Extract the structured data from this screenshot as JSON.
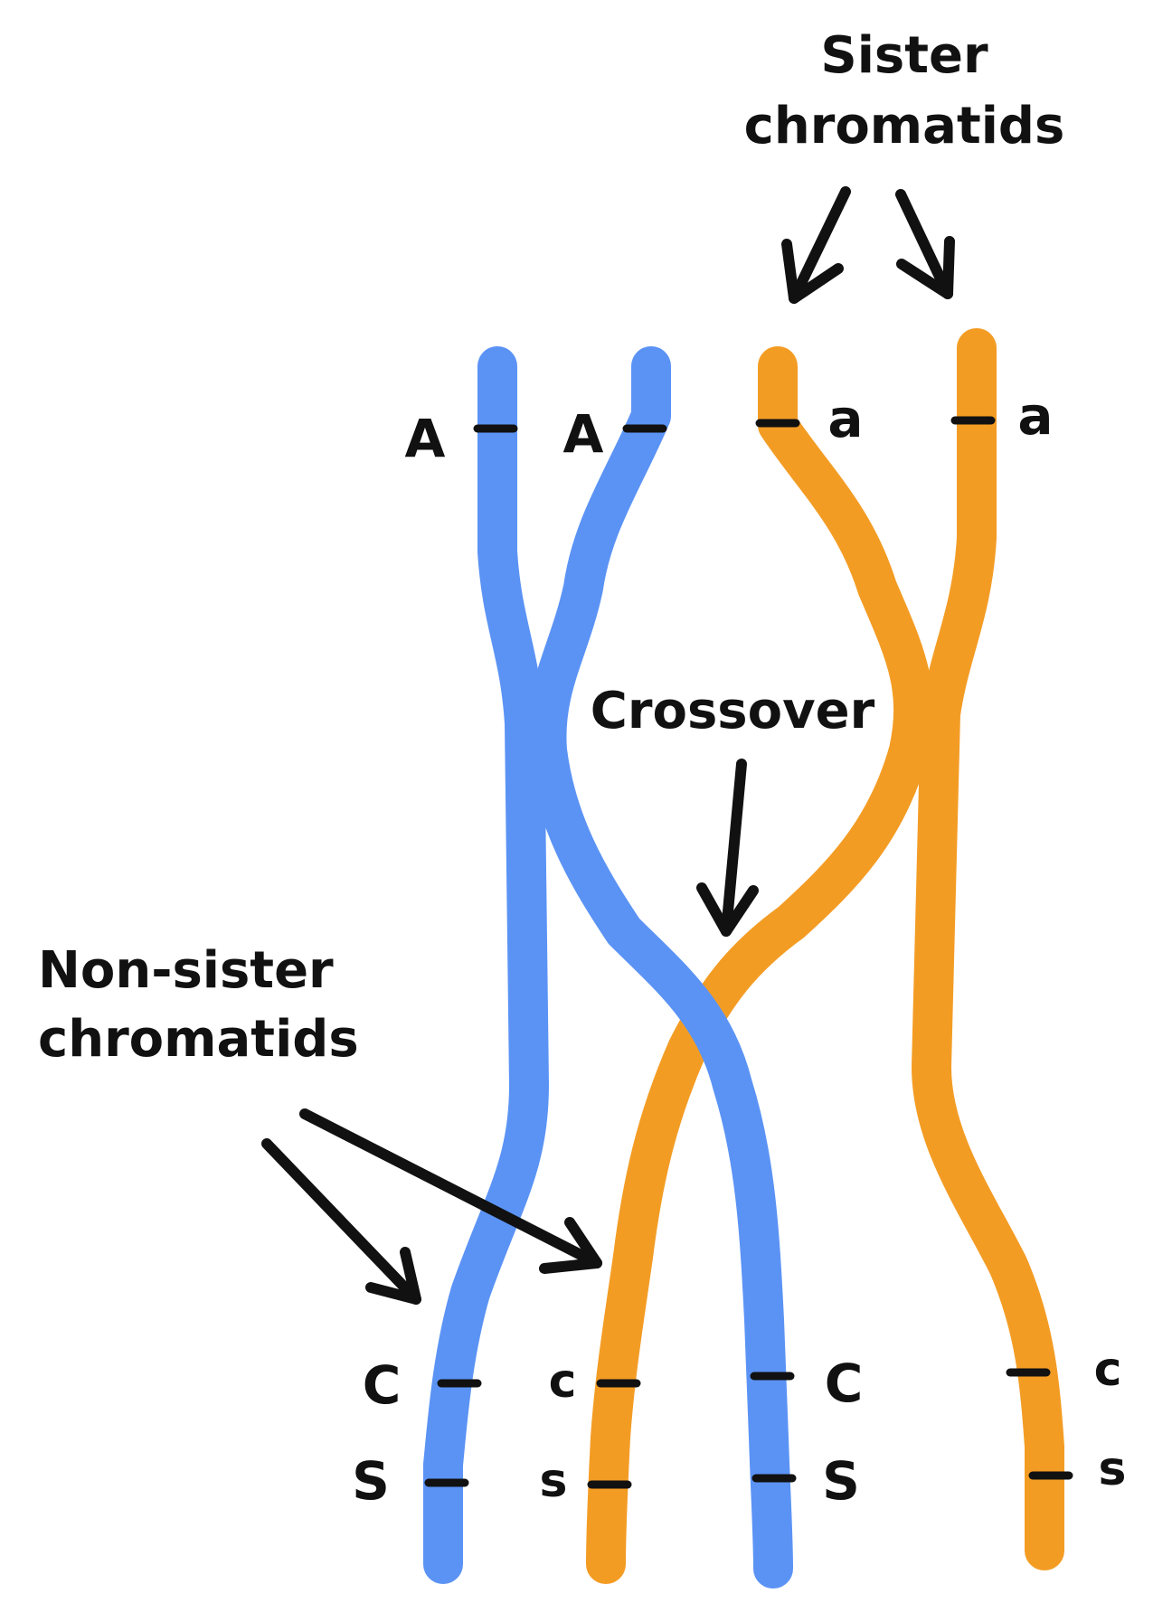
{
  "colors": {
    "maternal": "#5b93f5",
    "paternal": "#f39c24",
    "ink": "#111111",
    "background": "#ffffff"
  },
  "labels": {
    "sister_line1": "Sister",
    "sister_line2": "chromatids",
    "crossover": "Crossover",
    "nonsister_line1": "Non-sister",
    "nonsister_line2": "chromatids"
  },
  "alleles": {
    "blue_left_top": "A",
    "blue_right_top": "A",
    "orange_left_top": "a",
    "orange_right_top": "a",
    "blue_left_c": "C",
    "blue_left_s": "S",
    "orange_cross_c": "c",
    "orange_cross_s": "s",
    "blue_cross_c": "C",
    "blue_cross_s": "S",
    "orange_right_c": "c",
    "orange_right_s": "s"
  }
}
